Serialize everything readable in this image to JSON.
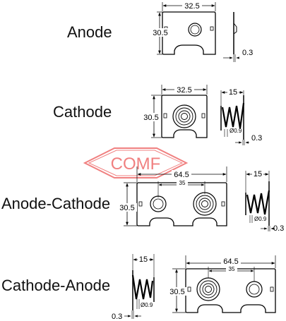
{
  "labels": {
    "anode": "Anode",
    "cathode": "Cathode",
    "anode_cathode": "Anode-Cathode",
    "cathode_anode": "Cathode-Anode"
  },
  "watermark": {
    "text": "COMF",
    "color": "#f08080"
  },
  "anode": {
    "width": "32.5",
    "height": "30.5",
    "thickness": "0.3"
  },
  "cathode": {
    "width": "32.5",
    "height": "30.5",
    "spring_length": "15",
    "wire": "Ø0.9",
    "thickness": "0.3"
  },
  "anode_cathode": {
    "width": "64.5",
    "pitch": "35",
    "height": "30.5",
    "spring_length": "15",
    "wire": "Ø0.9",
    "thickness": "0.3"
  },
  "cathode_anode": {
    "width": "64.5",
    "pitch": "35",
    "height": "30.5",
    "spring_length": "15",
    "wire": "Ø0.9",
    "thickness": "0.3"
  },
  "colors": {
    "line": "#000000",
    "watermark": "#f08080"
  }
}
